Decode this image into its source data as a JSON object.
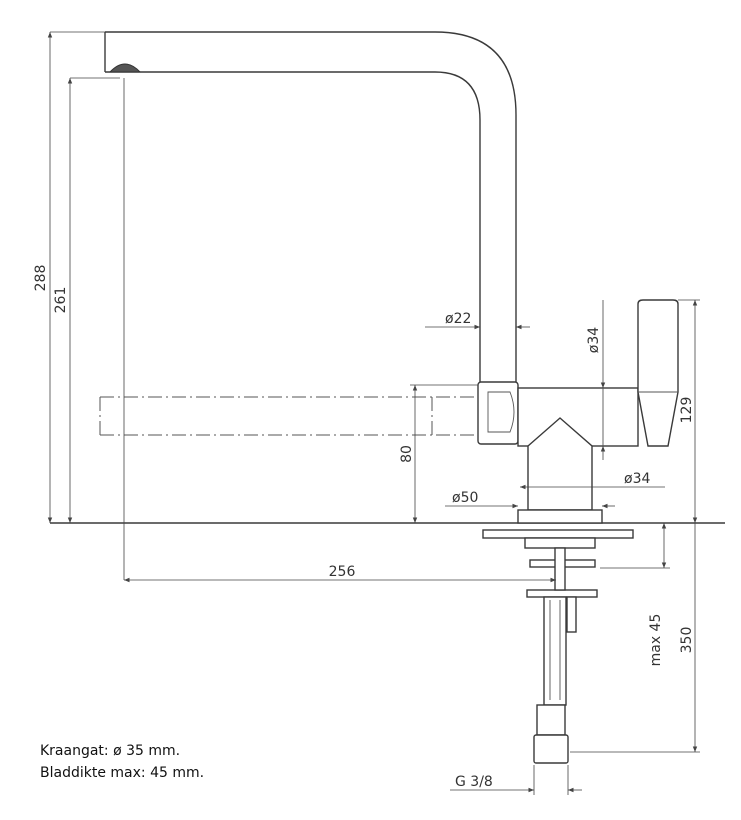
{
  "dimensions": {
    "height_total": "288",
    "height_outlet": "261",
    "spout_diameter": "22",
    "body_diameter": "34",
    "handle_height": "129",
    "height_80": "80",
    "base_diameter_34": "34",
    "base_diameter_50": "50",
    "reach": "256",
    "max_thickness": "max 45",
    "below_counter": "350",
    "connection": "G 3/8"
  },
  "notes": {
    "line1": "Kraangat: ø 35 mm.",
    "line2": "Bladdikte max: 45 mm."
  }
}
